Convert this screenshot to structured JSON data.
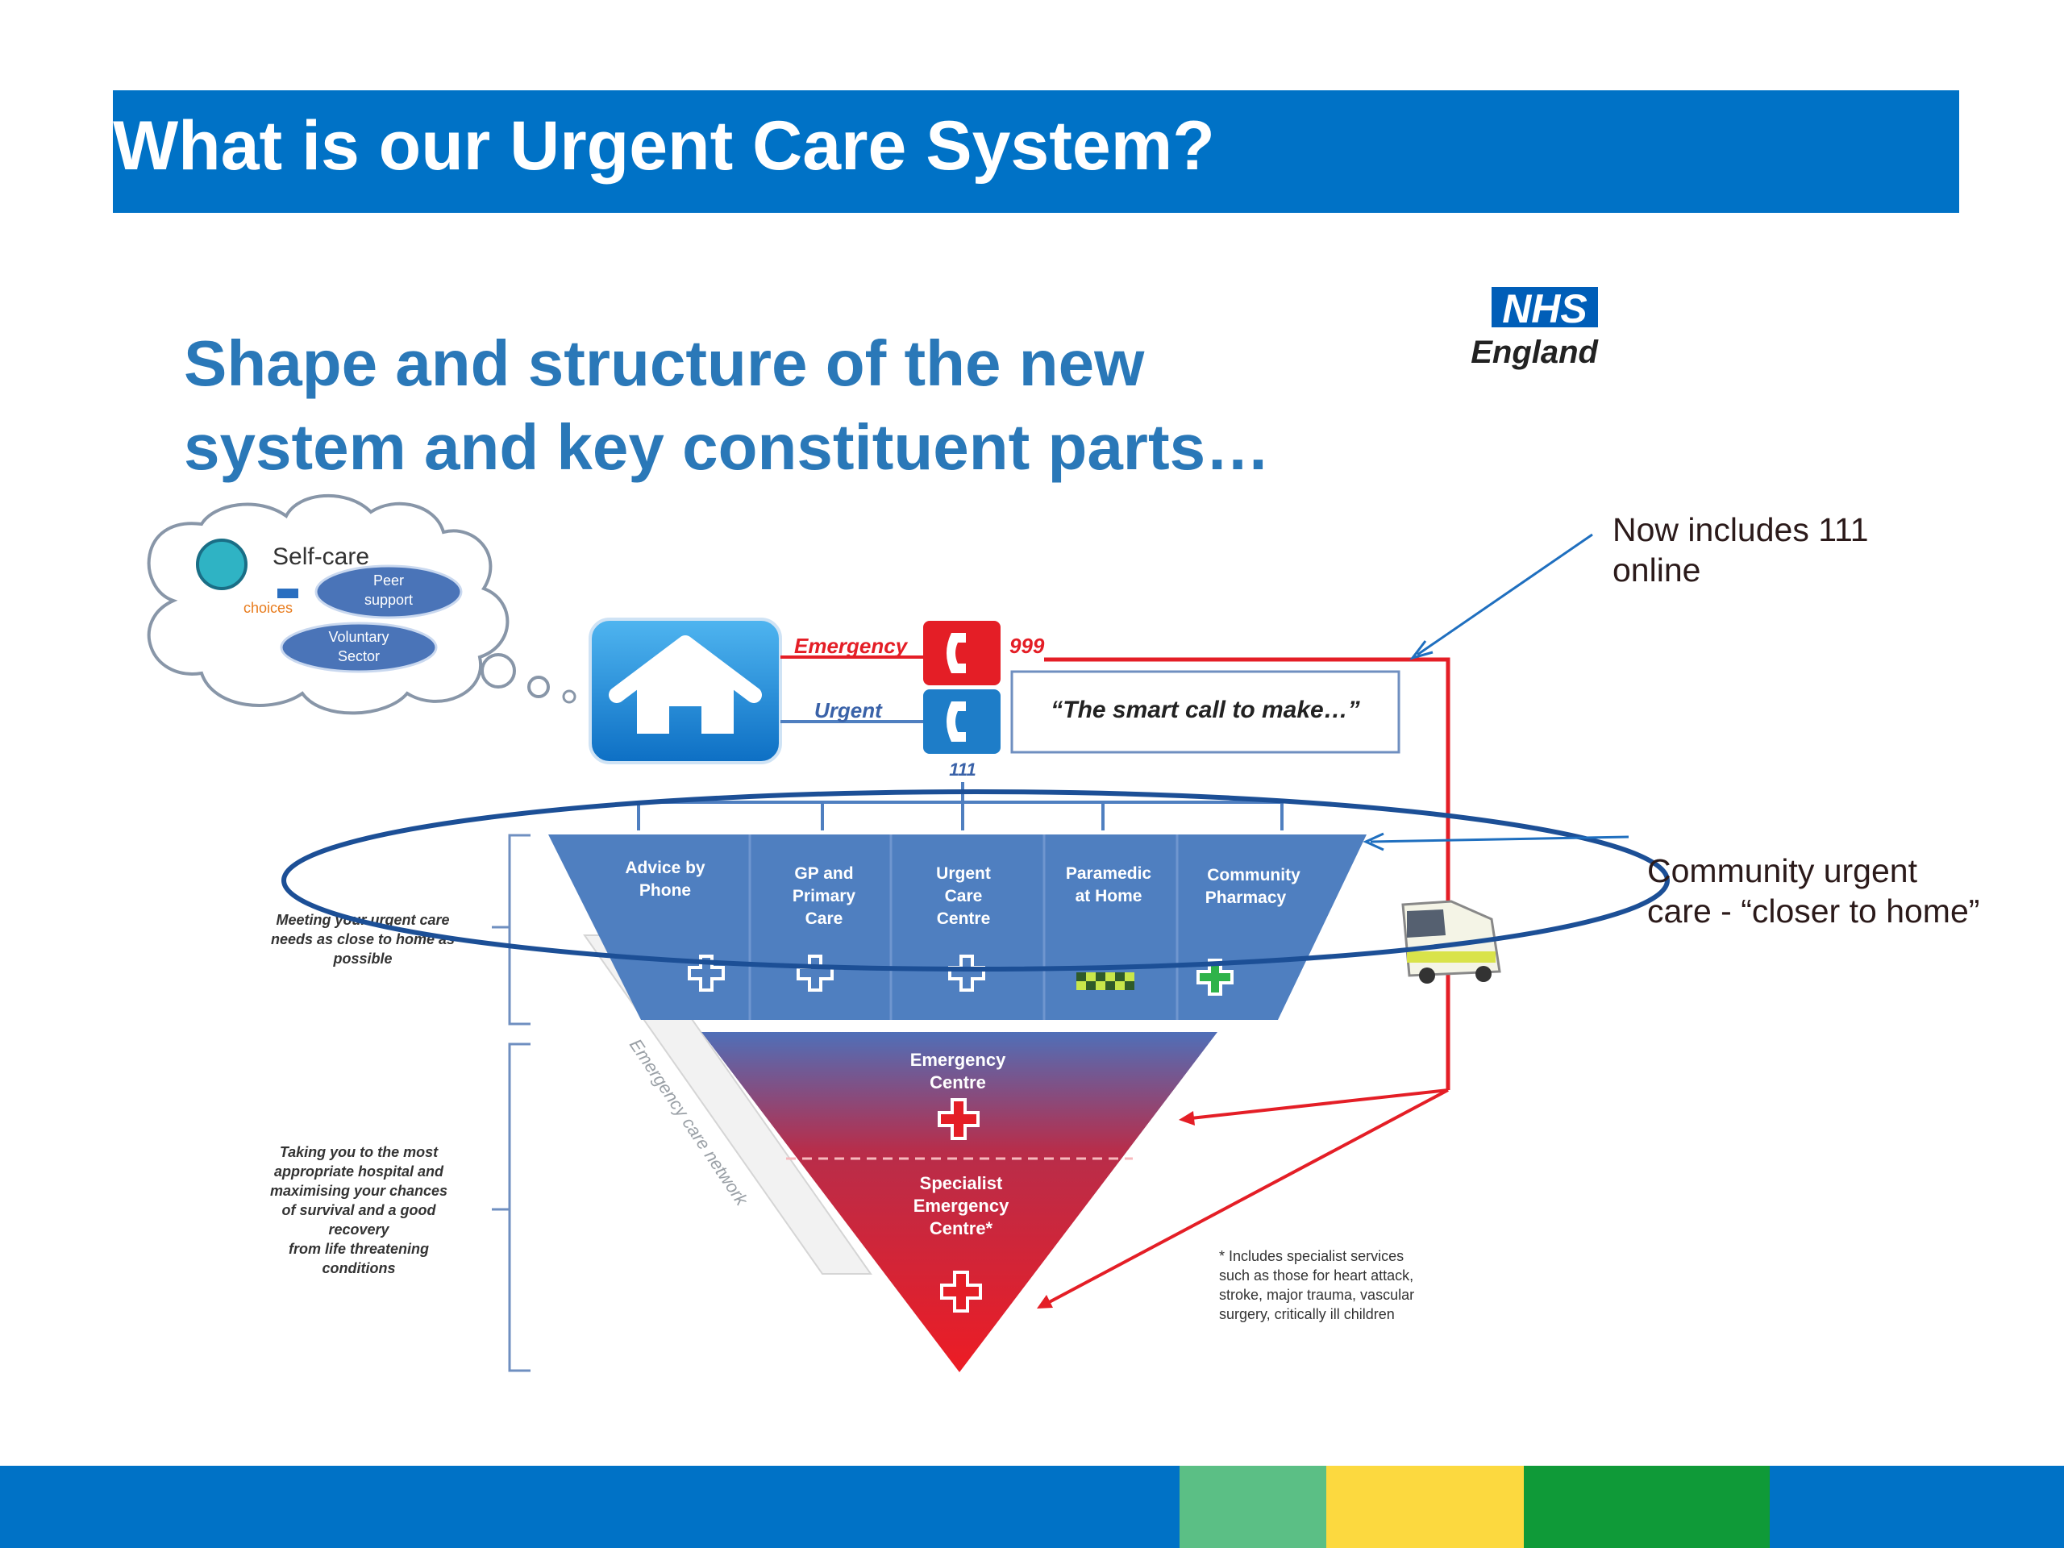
{
  "slide": {
    "title": "What is our Urgent Care System?"
  },
  "diagram": {
    "heading_line1": "Shape and structure of the new",
    "heading_line2": "system and key constituent parts…",
    "logo": {
      "badge": "NHS",
      "name": "England"
    },
    "self_care": {
      "label": "Self-care",
      "choices_label": "choices",
      "bubbles": [
        {
          "line1": "Peer",
          "line2": "support"
        },
        {
          "line1": "Voluntary",
          "line2": "Sector"
        }
      ]
    },
    "emergency_label": "Emergency",
    "emergency_number": "999",
    "urgent_label": "Urgent",
    "urgent_number": "111",
    "smart_call": "“The smart call to make…”",
    "services": [
      {
        "lines": [
          "Advice by",
          "Phone"
        ]
      },
      {
        "lines": [
          "GP and",
          "Primary",
          "Care"
        ]
      },
      {
        "lines": [
          "Urgent",
          "Care",
          "Centre"
        ]
      },
      {
        "lines": [
          "Paramedic",
          "at Home"
        ]
      },
      {
        "lines": [
          "Community",
          "Pharmacy"
        ]
      }
    ],
    "left_note_top": [
      "Meeting your urgent care",
      "needs as close to home as",
      "possible"
    ],
    "left_note_bottom": [
      "Taking you to the most",
      "appropriate hospital and",
      "maximising your chances",
      "of survival and a good",
      "recovery",
      "from life threatening",
      "conditions"
    ],
    "network_label": "Emergency care network",
    "emergency_centre": [
      "Emergency",
      "Centre"
    ],
    "specialist_centre": [
      "Specialist",
      "Emergency",
      "Centre*"
    ],
    "footnote": [
      "* Includes specialist services",
      "such as those for heart attack,",
      "stroke, major trauma, vascular",
      "surgery, critically ill children"
    ]
  },
  "annotations": {
    "note_111": "Now includes 111 online",
    "note_community": "Community urgent care - “closer to home”"
  },
  "colors": {
    "header_blue": "#0072c6",
    "nhs_blue": "#005eb8",
    "diagram_blue": "#4f7fc0",
    "emergency_red": "#e41e26",
    "footer": [
      "#0072c6",
      "#5bbf85",
      "#fcd93f",
      "#0f9a38",
      "#0072c6"
    ]
  }
}
